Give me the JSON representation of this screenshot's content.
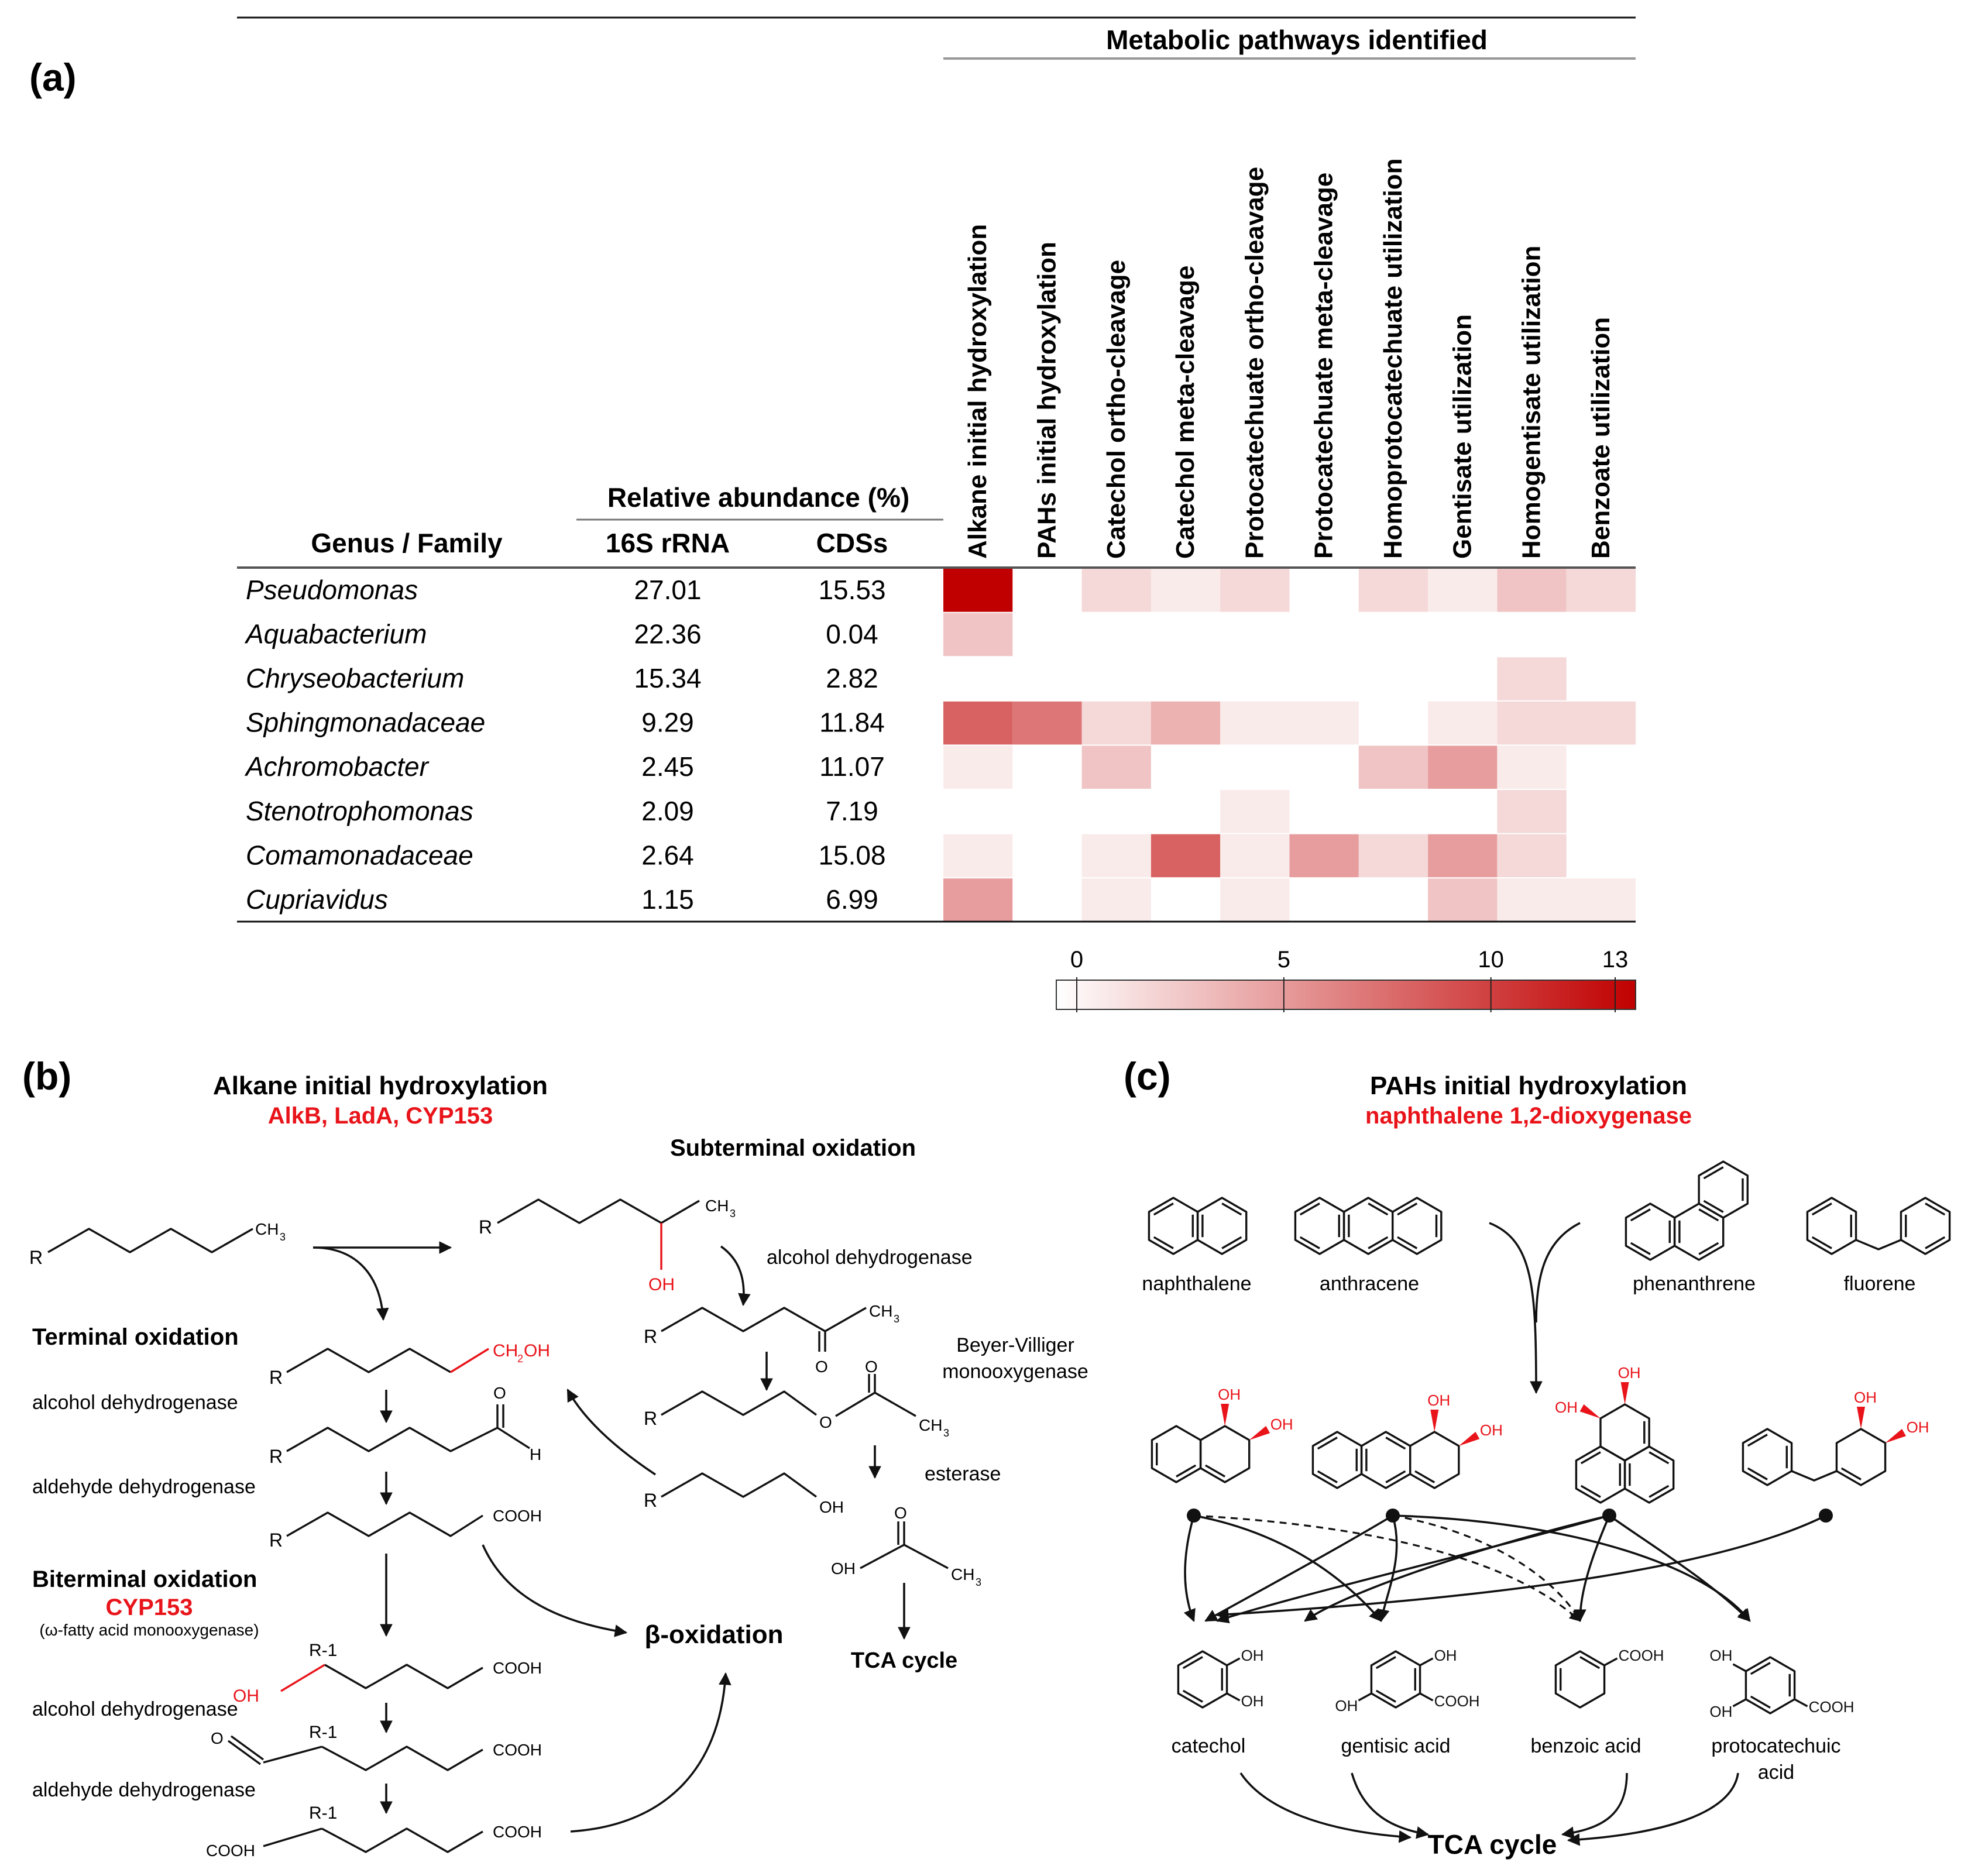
{
  "panel_a": {
    "label": "(a)",
    "pathways_header": "Metabolic pathways identified",
    "rel_abundance_header": "Relative abundance (%)",
    "col_genus": "Genus / Family",
    "col_16s": "16S rRNA",
    "col_cds": "CDSs",
    "pathways": [
      "Alkane initial hydroxylation",
      "PAHs initial hydroxylation",
      "Catechol ortho-cleavage",
      "Catechol meta-cleavage",
      "Protocatechuate ortho-cleavage",
      "Protocatechuate meta-cleavage",
      "Homoprotocatechuate utilization",
      "Gentisate utilization",
      "Homogentisate utilization",
      "Benzoate utilization"
    ],
    "rows": [
      {
        "name": "Pseudomonas",
        "rrna": "27.01",
        "cds": "15.53"
      },
      {
        "name": "Aquabacterium",
        "rrna": "22.36",
        "cds": "0.04"
      },
      {
        "name": "Chryseobacterium",
        "rrna": "15.34",
        "cds": "2.82"
      },
      {
        "name": "Sphingmonadaceae",
        "rrna": "9.29",
        "cds": "11.84"
      },
      {
        "name": "Achromobacter",
        "rrna": "2.45",
        "cds": "11.07"
      },
      {
        "name": "Stenotrophomonas",
        "rrna": "2.09",
        "cds": "7.19"
      },
      {
        "name": "Comamonadaceae",
        "rrna": "2.64",
        "cds": "15.08"
      },
      {
        "name": "Cupriavidus",
        "rrna": "1.15",
        "cds": "6.99"
      }
    ],
    "heatmap": [
      [
        13,
        0,
        2,
        1,
        2,
        0,
        2,
        1,
        3,
        2
      ],
      [
        3,
        0,
        0,
        0,
        0,
        0,
        0,
        0,
        0,
        0
      ],
      [
        0,
        0,
        0,
        0,
        0,
        0,
        0,
        0,
        2,
        0
      ],
      [
        8,
        7,
        2,
        4,
        1,
        1,
        0,
        1,
        2,
        2
      ],
      [
        1,
        0,
        3,
        0,
        0,
        0,
        3,
        5,
        1,
        0
      ],
      [
        0,
        0,
        0,
        0,
        1,
        0,
        0,
        0,
        2,
        0
      ],
      [
        1,
        0,
        1,
        8,
        1,
        5,
        2,
        5,
        2,
        0
      ],
      [
        5,
        0,
        1,
        0,
        1,
        0,
        0,
        3,
        1,
        1
      ]
    ],
    "scale": {
      "min": 0,
      "max": 13,
      "ticks": [
        "0",
        "5",
        "10",
        "13"
      ],
      "low_color": "#ffffff",
      "high_color": "#c00000"
    }
  },
  "panel_b": {
    "label": "(b)",
    "title": "Alkane initial hydroxylation",
    "enzymes": "AlkB, LadA, CYP153",
    "subterminal": "Subterminal oxidation",
    "terminal": "Terminal oxidation",
    "biterminal": "Biterminal oxidation",
    "cyp153": "CYP153",
    "omega": "(ω-fatty acid monooxygenase)",
    "adh": "alcohol dehydrogenase",
    "aldh": "aldehyde dehydrogenase",
    "bvmo_1": "Beyer-Villiger",
    "bvmo_2": "monooxygenase",
    "esterase": "esterase",
    "beta": "β-oxidation",
    "tca": "TCA cycle",
    "atoms": {
      "r": "R",
      "r1": "R-1",
      "ch3": "CH",
      "sub3": "3",
      "ch2oh": "CH",
      "sub2": "2",
      "oh_suffix": "OH",
      "oh": "OH",
      "o": "O",
      "h": "H",
      "cooh": "COOH"
    }
  },
  "panel_c": {
    "label": "(c)",
    "title": "PAHs initial hydroxylation",
    "enzyme": "naphthalene 1,2-dioxygenase",
    "substrates": [
      "naphthalene",
      "anthracene",
      "phenanthrene",
      "fluorene"
    ],
    "products": [
      "catechol",
      "gentisic acid",
      "benzoic acid",
      "protocatechuic",
      "acid"
    ],
    "tca": "TCA cycle",
    "atoms": {
      "oh": "OH",
      "cooh": "COOH"
    }
  }
}
